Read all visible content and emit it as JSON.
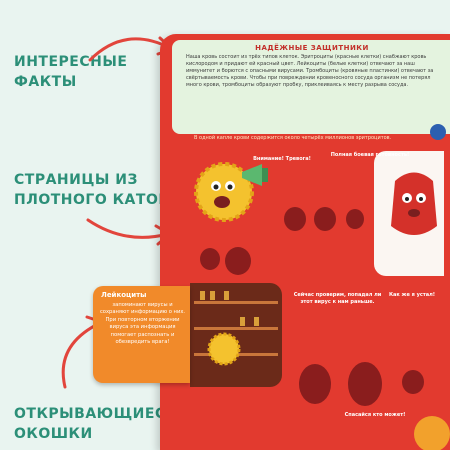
{
  "callouts": [
    {
      "line1": "ИНТЕРЕСНЫЕ",
      "line2": "ФАКТЫ"
    },
    {
      "line1": "СТРАНИЦЫ   ИЗ",
      "line2": "ПЛОТНОГО   КАТОНА"
    },
    {
      "line1": "ОТКРЫВАЮЩИЕСЯ",
      "line2": "ОКОШКИ"
    }
  ],
  "book": {
    "title": "НАДЁЖНЫЕ ЗАЩИТНИКИ",
    "text": "Наша кровь состоит из трёх типов клеток. Эритроциты (красные клетки) снабжают кровь кислородом и придают ей красный цвет. Лейкоциты (белые клетки) отвечают за наш иммунитет и борются с опасными вирусами. Тромбоциты (кровяные пластинки) отвечают за свёртываемость крови. Чтобы при повреждении кровеносного сосуда организм не потерял много крови, тромбоциты образуют пробку, приклеиваясь к месту разрыва сосуда.",
    "band": "В одной капле крови содержится около четырёх миллионов эритроцитов.",
    "bubbles": {
      "alarm": "Внимание! Тревога!",
      "ready": "Полная боевая готовность!",
      "check": "Сейчас проверим, попадал ли этот вирус к нам раньше.",
      "tired": "Как же я устал!",
      "save": "Спасайся кто может!"
    },
    "flap": {
      "title": "Лейкоциты",
      "text": "запоминают вирусы и сохраняют информацию о них. При повторном вторжении вируса эта информация помогает распознать и обезвредить врага!"
    }
  },
  "colors": {
    "accent": "#2c8f78",
    "page_red": "#e23a2f",
    "flap_orange": "#f18a2a",
    "arrow": "#e2453c"
  }
}
